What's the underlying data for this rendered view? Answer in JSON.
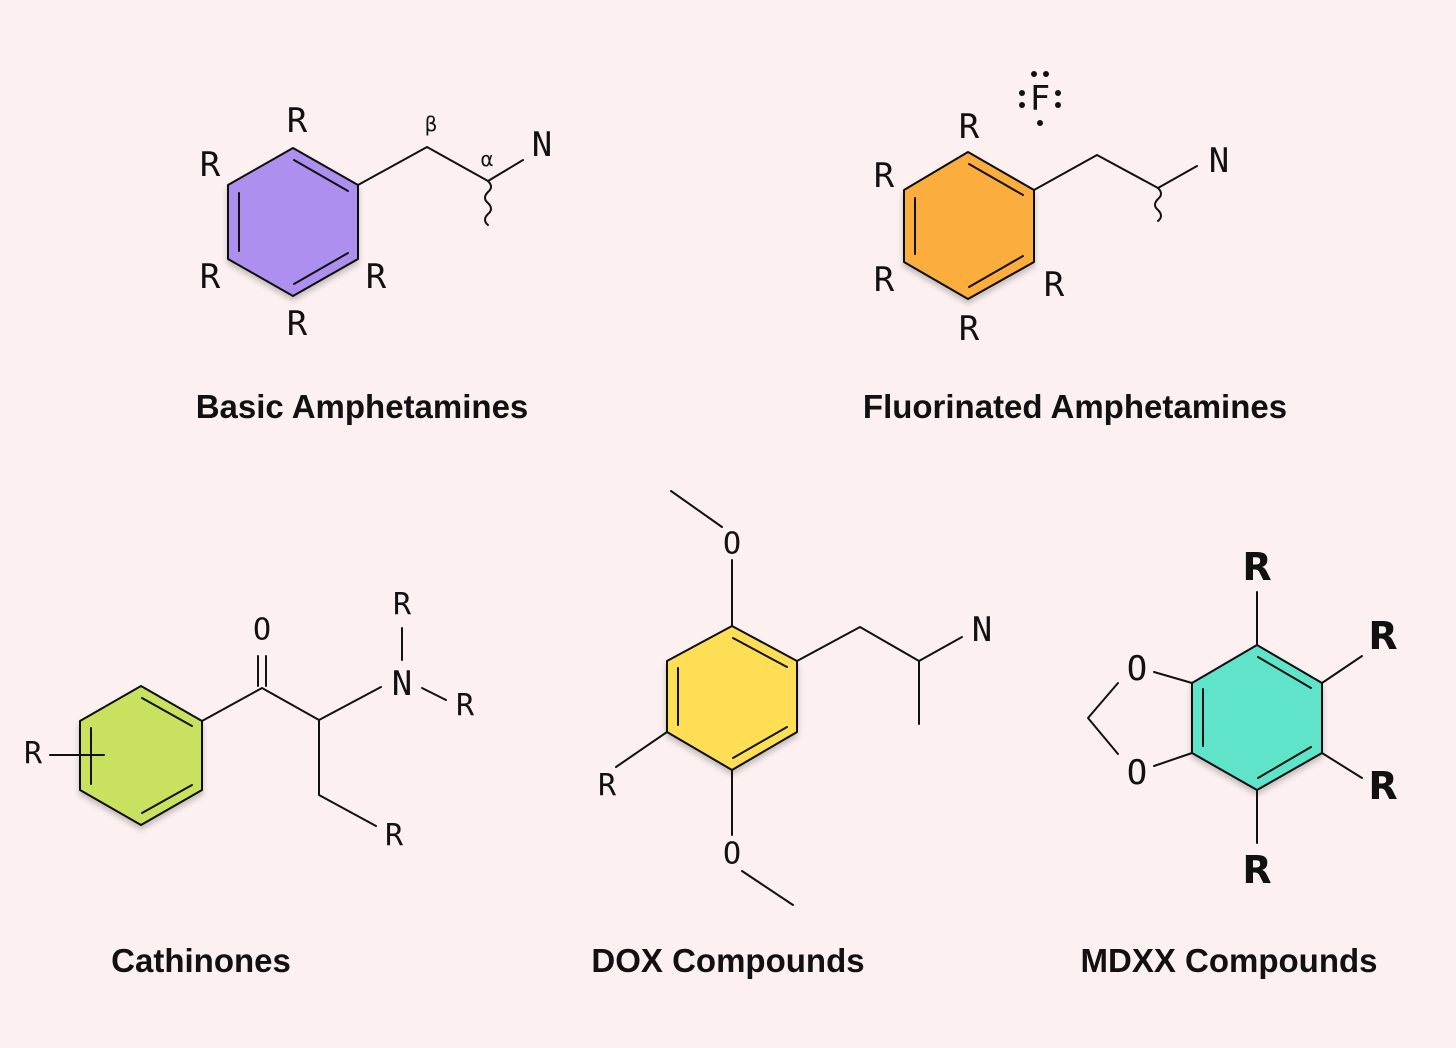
{
  "captions": {
    "basic": "Basic Amphetamines",
    "fluorinated": "Fluorinated Amphetamines",
    "cathinones": "Cathinones",
    "dox": "DOX Compounds",
    "mdxx": "MDXX Compounds"
  },
  "atoms": {
    "r": "R",
    "n": "N",
    "o": "O",
    "f": "F",
    "beta": "β",
    "alpha": "α"
  },
  "colors": {
    "background": "#fcf1f0",
    "basic_ring": "#ad8fef",
    "fluorinated_ring": "#fbad3c",
    "cathinones_ring": "#c8e25e",
    "dox_ring": "#fede55",
    "mdxx_ring": "#5ee4c9"
  }
}
